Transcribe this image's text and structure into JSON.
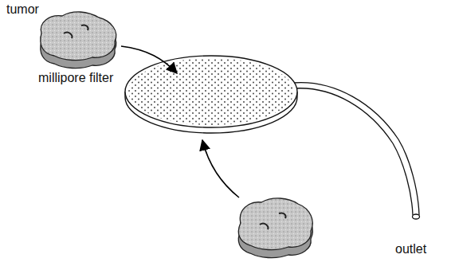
{
  "diagram": {
    "labels": [
      "tumor",
      "millipore filter",
      "outlet"
    ]
  }
}
